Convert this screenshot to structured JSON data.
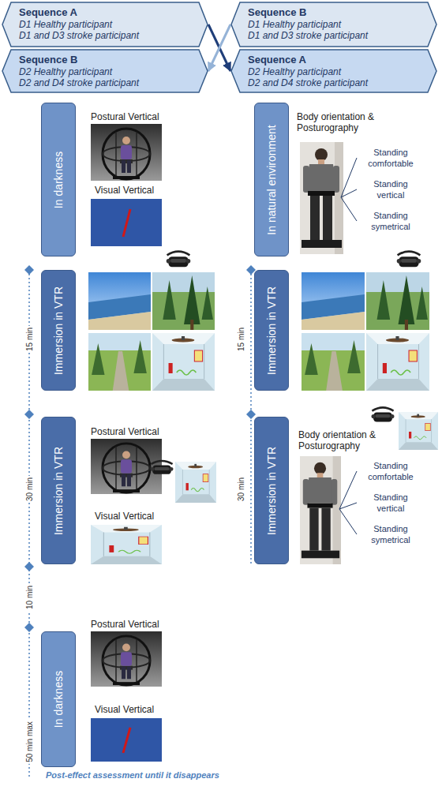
{
  "diagram": {
    "nodes": [
      {
        "text": [
          "Sequence A",
          "D1 Healthy participant",
          "D1 and D3 stroke participant"
        ]
      },
      {
        "text": [
          "Sequence B",
          "D1 Healthy participant",
          "D1 and D3 stroke participant"
        ]
      },
      {
        "text": [
          "Sequence B",
          "D2 Healthy participant",
          "D2 and D4 stroke participant"
        ]
      },
      {
        "text": [
          "Sequence A",
          "D2 Healthy participant",
          "D2 and D4 stroke participant"
        ]
      },
      {
        "text": [
          "In darkness"
        ]
      },
      {
        "text": [
          "In natural environment"
        ]
      },
      {
        "text": [
          "Immersion in VTR"
        ]
      },
      {
        "text": [
          "Immersion in VTR"
        ]
      },
      {
        "text": [
          "Immersion in VTR"
        ]
      },
      {
        "text": [
          "Immersion in VTR"
        ]
      },
      {
        "text": [
          "In darkness"
        ]
      }
    ],
    "edges": [
      {
        "from": 0,
        "to": 3,
        "arrow": "to"
      },
      {
        "from": 1,
        "to": 2,
        "arrow": "to"
      }
    ],
    "labels": [
      "Postural Vertical",
      "Visual Vertical",
      "Body orientation & Posturography",
      "Standing comfortable",
      "Standing vertical",
      "Standing symetrical",
      "15 min",
      "15 min",
      "Postural Vertical",
      "Visual Vertical",
      "30 min",
      "30 min",
      "Body orientation & Posturography",
      "Standing comfortable",
      "Standing vertical",
      "Standing symetrical",
      "10 min",
      "Postural Vertical",
      "Visual Vertical",
      "50 min max",
      "Post-effect assessment until it disappears"
    ]
  }
}
